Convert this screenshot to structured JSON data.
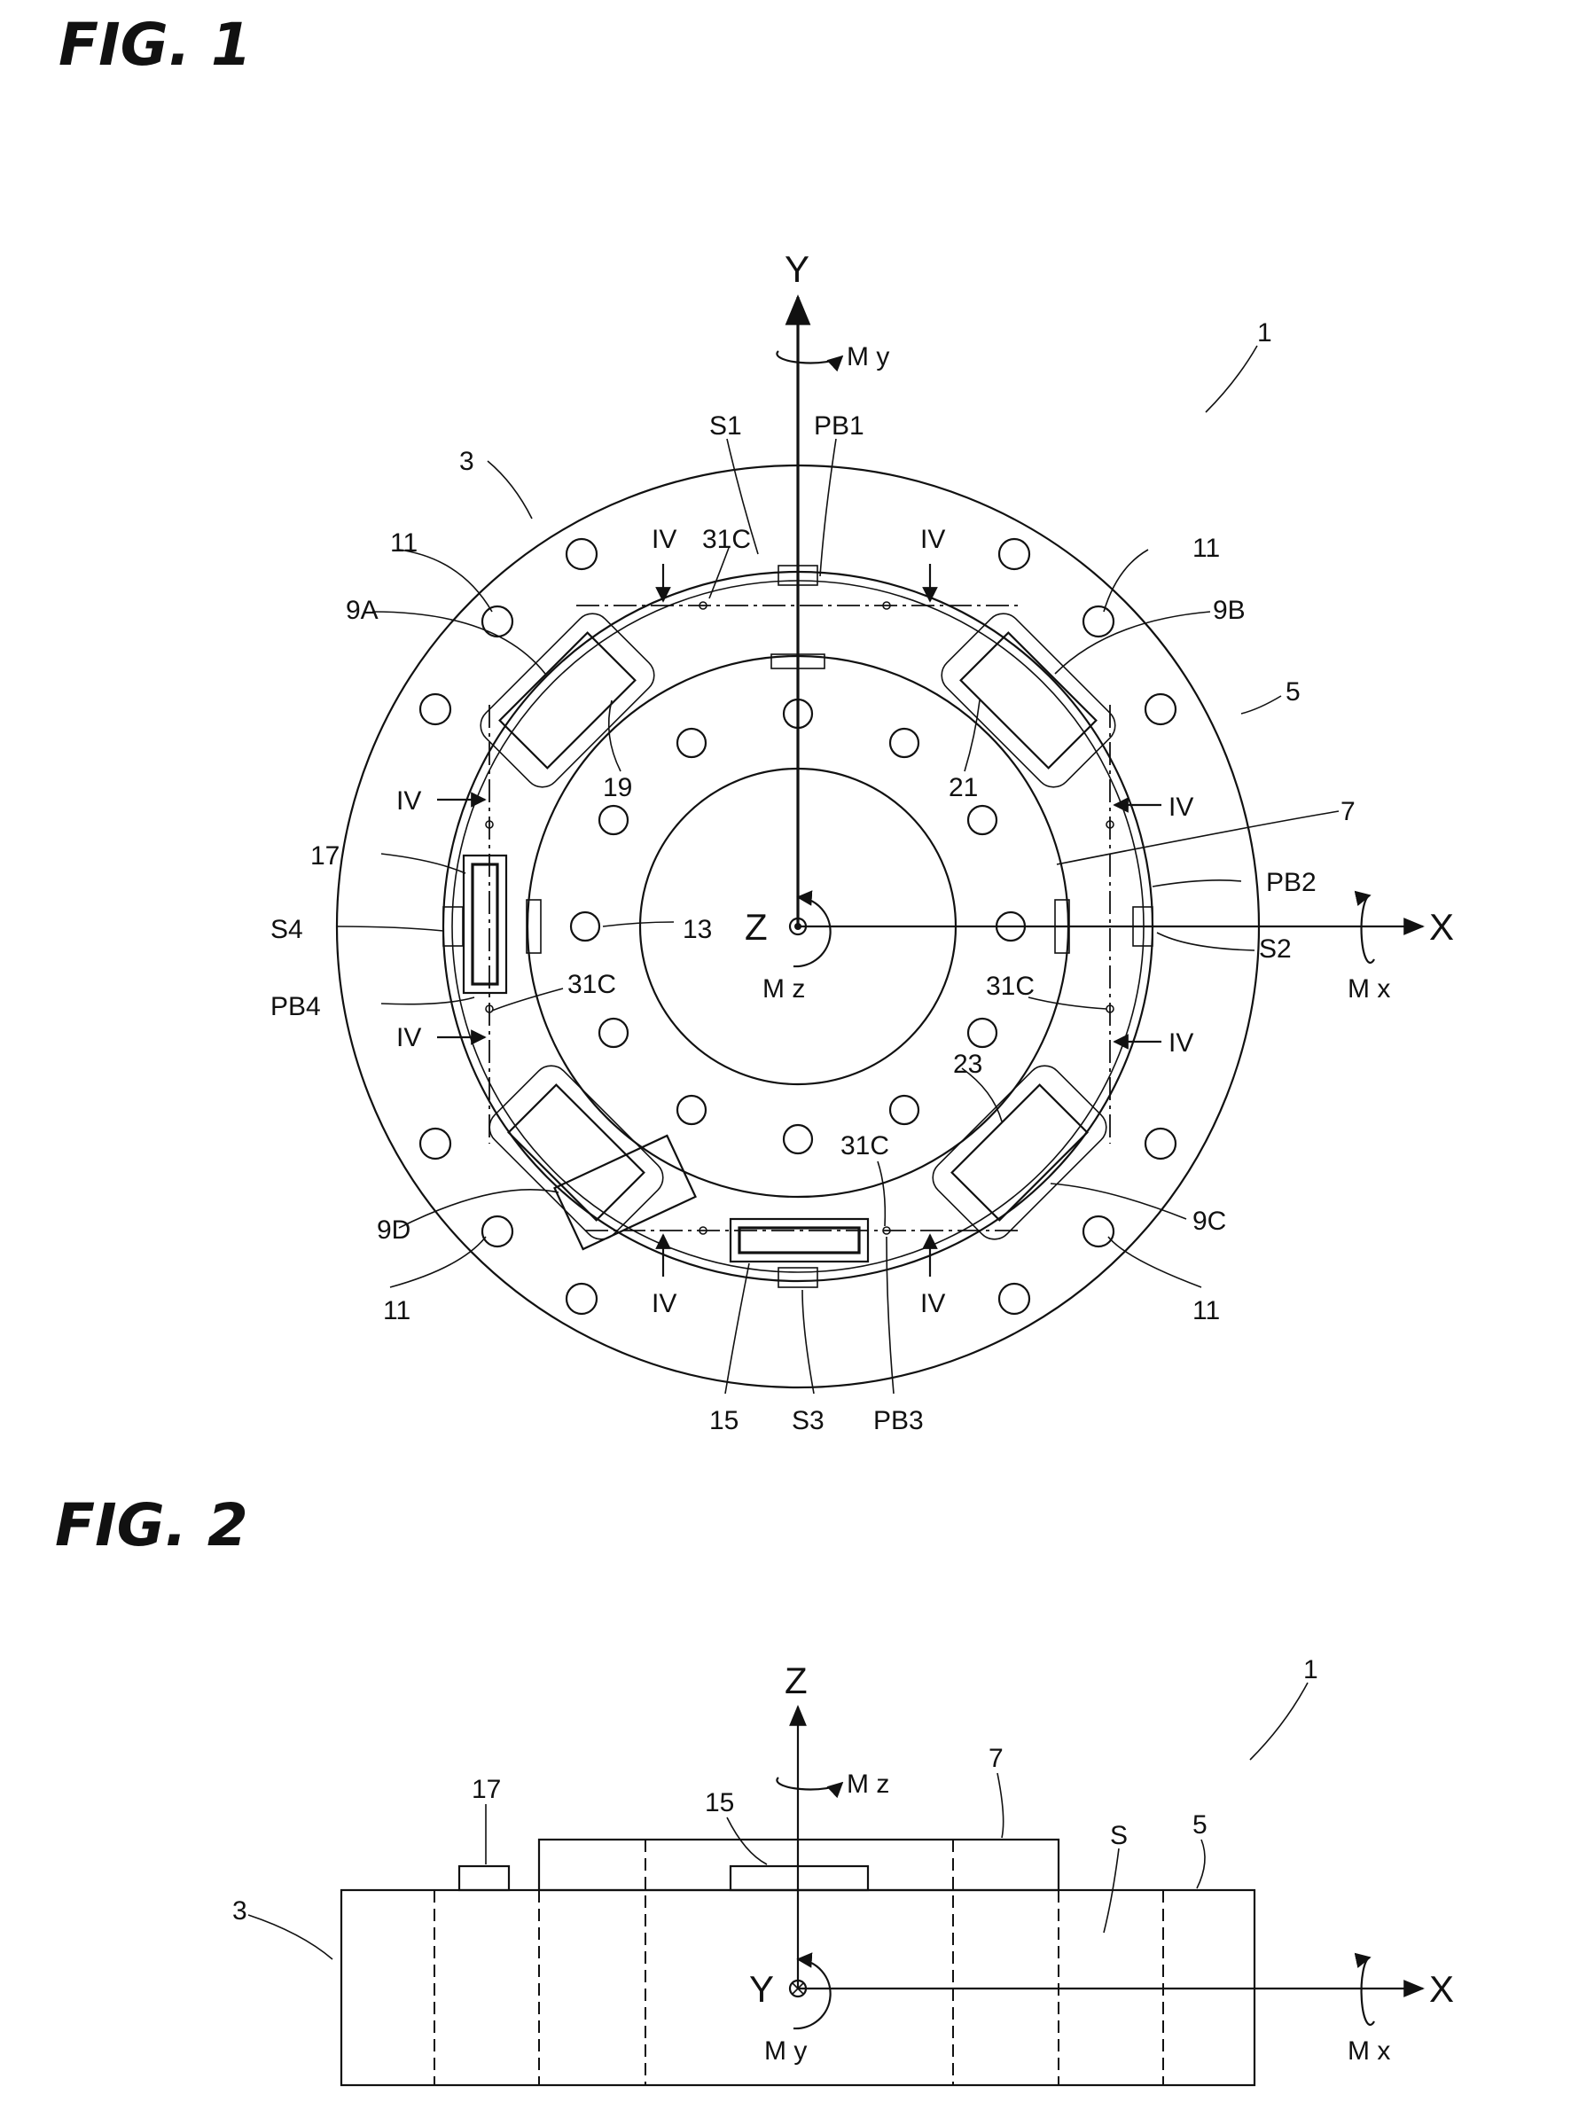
{
  "figures": [
    {
      "title": "FIG. 1"
    },
    {
      "title": "FIG. 2"
    }
  ],
  "fig1": {
    "axes": {
      "x": "X",
      "y": "Y",
      "z": "Z",
      "mx": "M x",
      "my": "M y",
      "mz": "M z"
    },
    "labels": {
      "device": "1",
      "outer_body": "3",
      "outer_edge": "5",
      "inner_ring": "7",
      "beam_9a": "9A",
      "beam_9b": "9B",
      "beam_9c": "9C",
      "beam_9d": "9D",
      "outer_hole": "11",
      "inner_hole": "13",
      "board_15": "15",
      "board_17": "17",
      "sensor_19": "19",
      "sensor_21": "21",
      "sensor_23": "23",
      "strain_s1": "S1",
      "strain_s2": "S2",
      "strain_s3": "S3",
      "strain_s4": "S4",
      "pb1": "PB1",
      "pb2": "PB2",
      "pb3": "PB3",
      "pb4": "PB4",
      "point_31c": "31C",
      "section_iv": "IV"
    }
  },
  "fig2": {
    "axes": {
      "x": "X",
      "y": "Y",
      "z": "Z",
      "mx": "M x",
      "my": "M y",
      "mz": "M z"
    },
    "labels": {
      "device": "1",
      "outer_body": "3",
      "outer_edge": "5",
      "inner_ring": "7",
      "board_15": "15",
      "board_17": "17",
      "space_s": "S"
    }
  },
  "colors": {
    "ink": "#111111",
    "paper": "#ffffff"
  }
}
